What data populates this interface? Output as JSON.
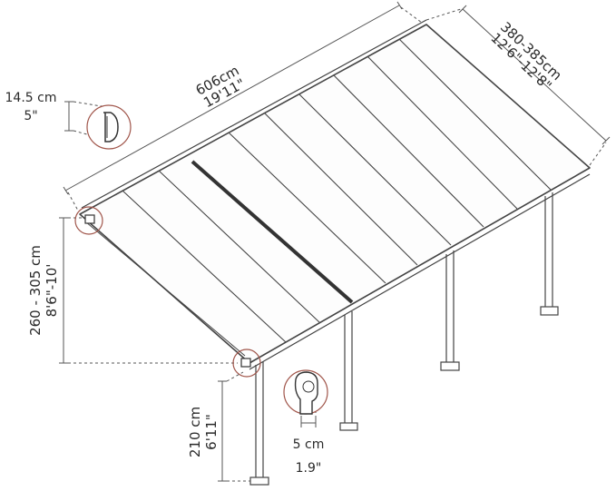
{
  "dimensions": {
    "length": {
      "metric": "606cm",
      "imperial": "19'11\""
    },
    "depth": {
      "metric": "380-385cm",
      "imperial": "12'6\"-12'8\""
    },
    "wall_height": {
      "metric": "260 - 305 cm",
      "imperial": "8'6\"-10'"
    },
    "post_height": {
      "metric": "210 cm",
      "imperial": "6'11\""
    },
    "gutter_height": {
      "metric": "14.5 cm",
      "imperial": "5\""
    },
    "post_width": {
      "metric": "5 cm",
      "imperial": "1.9\""
    }
  },
  "colors": {
    "line": "#444444",
    "dim": "#555555",
    "callout": "#a0554a",
    "roof_bar": "#333333"
  }
}
